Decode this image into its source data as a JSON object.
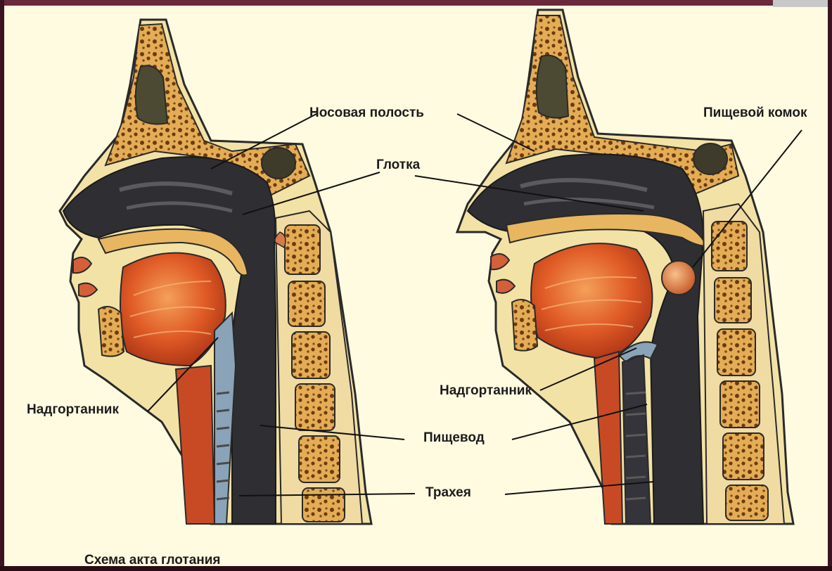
{
  "caption": "Схема акта глотания",
  "labels": {
    "nasal_cavity": "Носовая полость",
    "pharynx": "Глотка",
    "bolus": "Пищевой комок",
    "epiglottis_left": "Надгортанник",
    "epiglottis_right": "Надгортанник",
    "esophagus": "Пищевод",
    "trachea": "Трахея"
  },
  "colors": {
    "background": "#fffbe1",
    "bone": "#e8b661",
    "bone_dark": "#7a4a14",
    "cavity": "#2f2f33",
    "muscle": "#e2602a",
    "skin": "#f3e2a6",
    "frame": "#3b1420"
  }
}
